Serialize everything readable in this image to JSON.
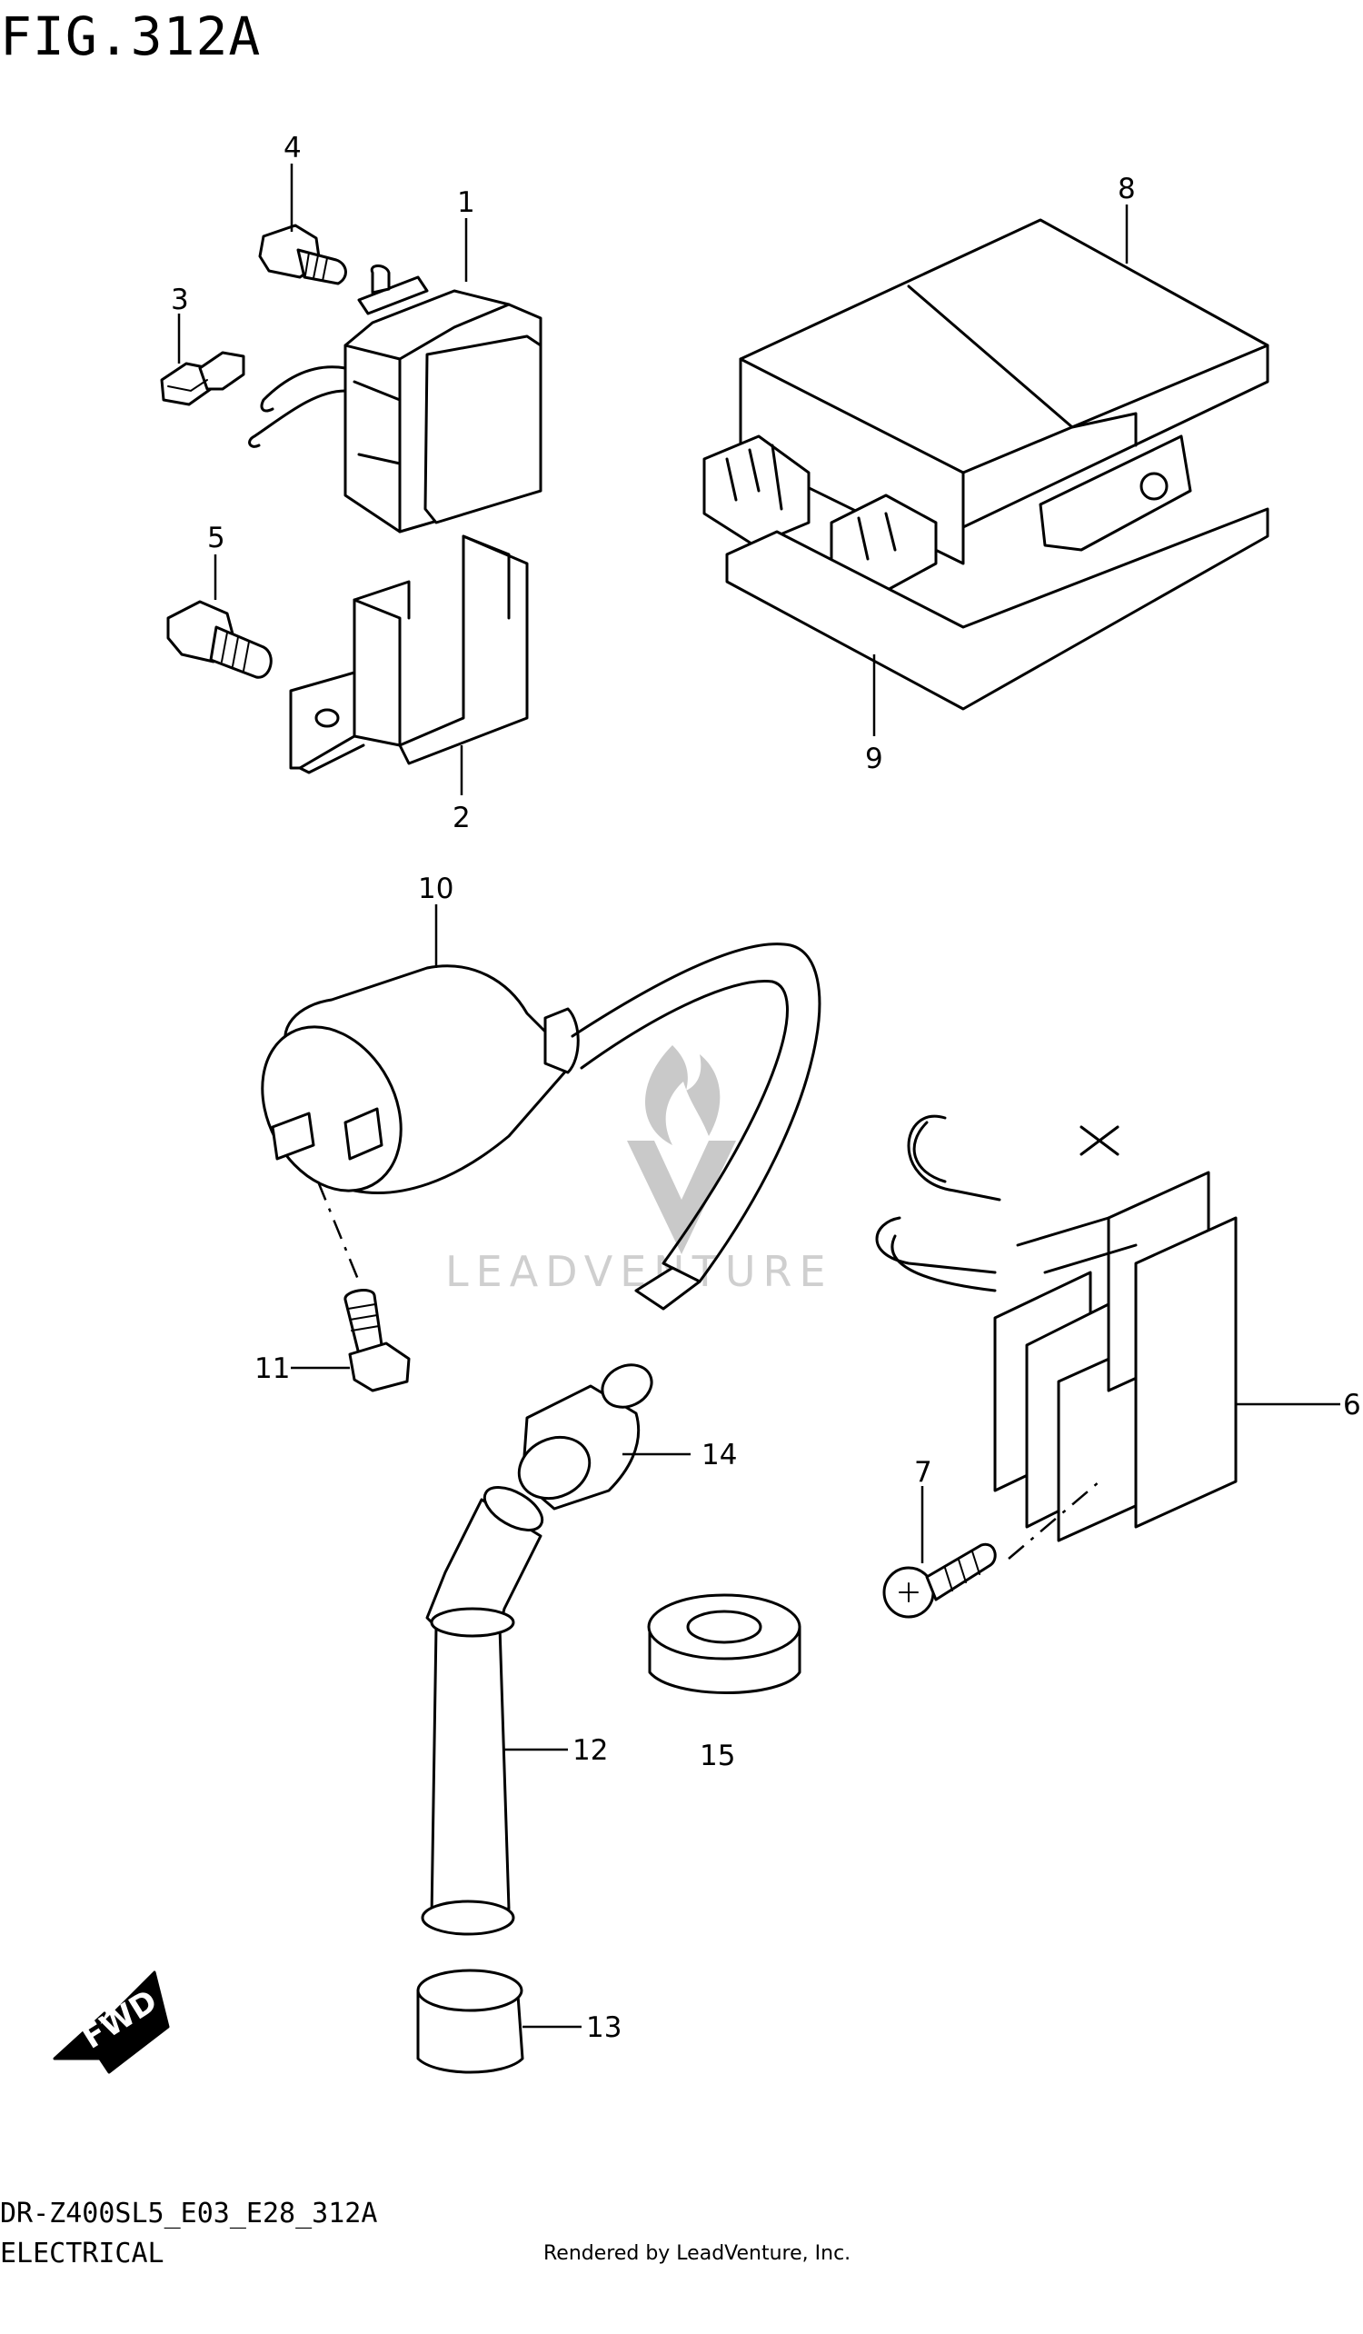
{
  "figure": {
    "title": "FIG.312A",
    "model_code": "DR-Z400SL5_E03_E28_312A",
    "section_name": "ELECTRICAL",
    "render_credit": "Rendered by LeadVenture, Inc.",
    "watermark": "LEADVENTURE"
  },
  "fwd_label": "FWD",
  "callouts": [
    "1",
    "2",
    "3",
    "4",
    "5",
    "6",
    "7",
    "8",
    "9",
    "10",
    "11",
    "12",
    "13",
    "14",
    "15"
  ]
}
